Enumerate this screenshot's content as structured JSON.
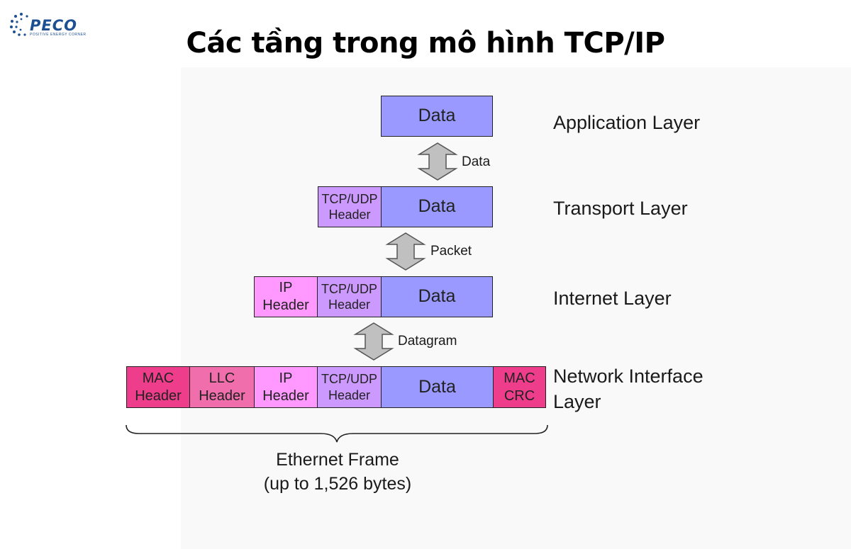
{
  "title": "Các tầng trong mô hình TCP/IP",
  "logo": {
    "name": "PECO",
    "tagline": "POSITIVE ENERGY CORNER",
    "colors": {
      "primary": "#1d4f93"
    }
  },
  "layers": {
    "application": {
      "label": "Application Layer"
    },
    "transport": {
      "label": "Transport Layer"
    },
    "internet": {
      "label": "Internet Layer"
    },
    "network": {
      "label_line1": "Network Interface",
      "label_line2": "Layer"
    }
  },
  "arrows": {
    "data": "Data",
    "packet": "Packet",
    "datagram": "Datagram"
  },
  "blocks": {
    "data": "Data",
    "tcp_udp_line1": "TCP/UDP",
    "tcp_udp_line2": "Header",
    "ip_line1": "IP",
    "ip_line2": "Header",
    "llc_line1": "LLC",
    "llc_line2": "Header",
    "mac_header_line1": "MAC",
    "mac_header_line2": "Header",
    "mac_crc_line1": "MAC",
    "mac_crc_line2": "CRC"
  },
  "frame": {
    "label": "Ethernet Frame",
    "size": "(up to 1,526 bytes)"
  },
  "colors": {
    "data": "#9999ff",
    "tcp_udp_header": "#cc99ff",
    "ip_header": "#ff99ff",
    "llc_header": "#f06eab",
    "mac": "#ee3d8a",
    "arrow": "#c0c0c0"
  }
}
